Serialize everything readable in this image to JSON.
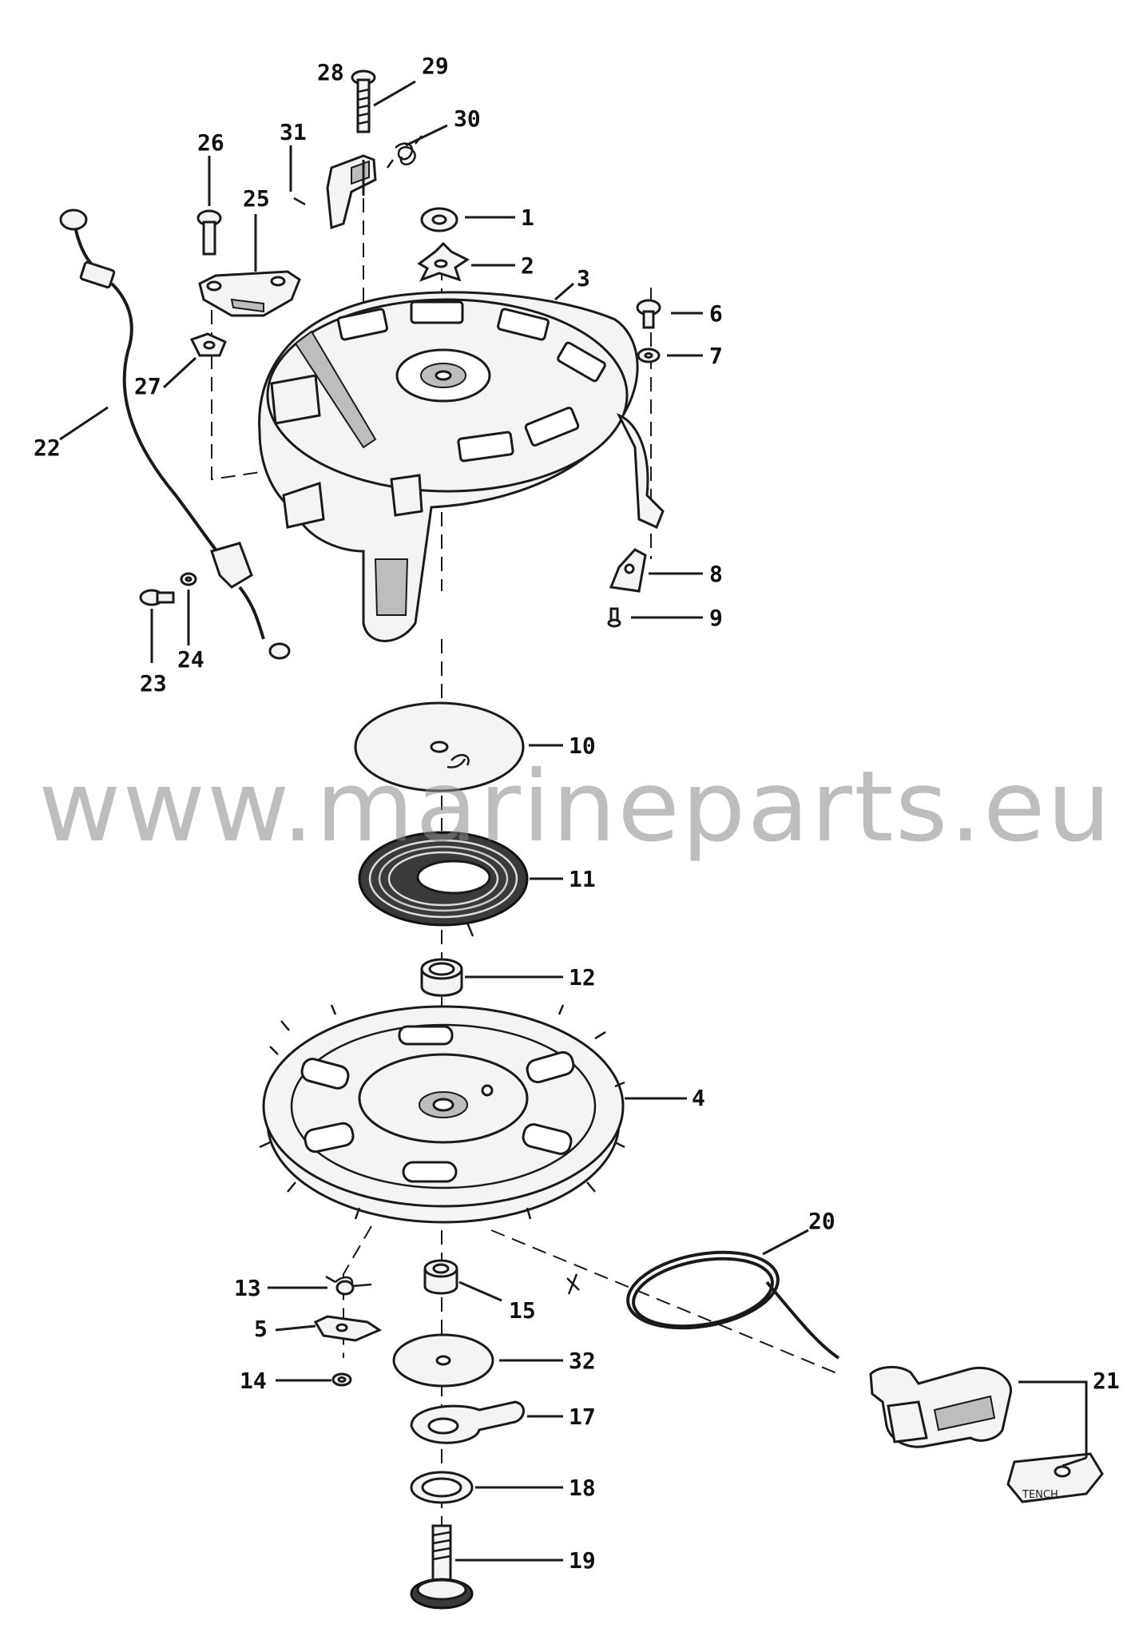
{
  "diagram": {
    "callouts": {
      "c1": "1",
      "c2": "2",
      "c3": "3",
      "c4": "4",
      "c5": "5",
      "c6": "6",
      "c7": "7",
      "c8": "8",
      "c9": "9",
      "c10": "10",
      "c11": "11",
      "c12": "12",
      "c13": "13",
      "c14": "14",
      "c15": "15",
      "c17": "17",
      "c18": "18",
      "c19": "19",
      "c20": "20",
      "c21": "21",
      "c22": "22",
      "c23": "23",
      "c24": "24",
      "c25": "25",
      "c26": "26",
      "c27": "27",
      "c28": "28",
      "c29": "29",
      "c30": "30",
      "c31": "31",
      "c32": "32"
    },
    "watermark": "www.marineparts.eu",
    "handle_imprint": "TENCH"
  },
  "colors": {
    "ink": "#1a1a1a",
    "watermark": "#8a8a8a",
    "paper": "#ffffff"
  }
}
